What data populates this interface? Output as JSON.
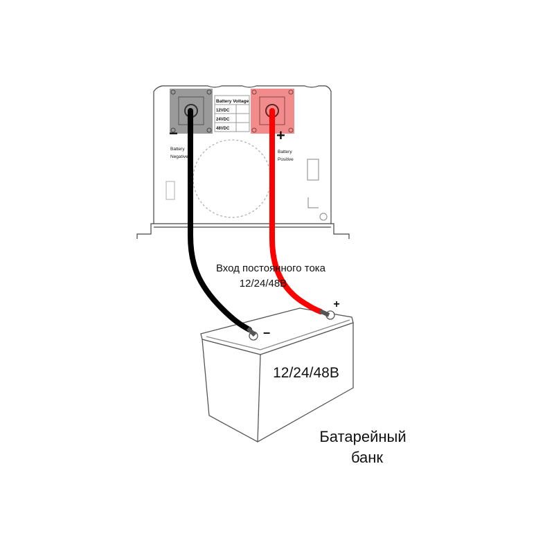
{
  "inverter": {
    "table_title": "Battery Voltage",
    "table_rows": [
      "12VDC",
      "24VDC",
      "48VDC"
    ],
    "negative_label_1": "Battery",
    "negative_label_2": "Negative",
    "positive_label_1": "Battery",
    "positive_label_2": "Positive",
    "negative_sign": "−",
    "positive_sign": "+"
  },
  "cable_label": {
    "line1": "Вход постоянного тока",
    "line2": "12/24/48В"
  },
  "battery": {
    "voltage": "12/24/48В",
    "plus_sign": "+",
    "minus_sign": "−",
    "caption_line1": "Батарейный",
    "caption_line2": "банк"
  },
  "colors": {
    "negative_cable": "#000000",
    "positive_cable": "#ff0000",
    "negative_terminal": "#9a9a9a",
    "positive_terminal": "#f28c8c"
  }
}
